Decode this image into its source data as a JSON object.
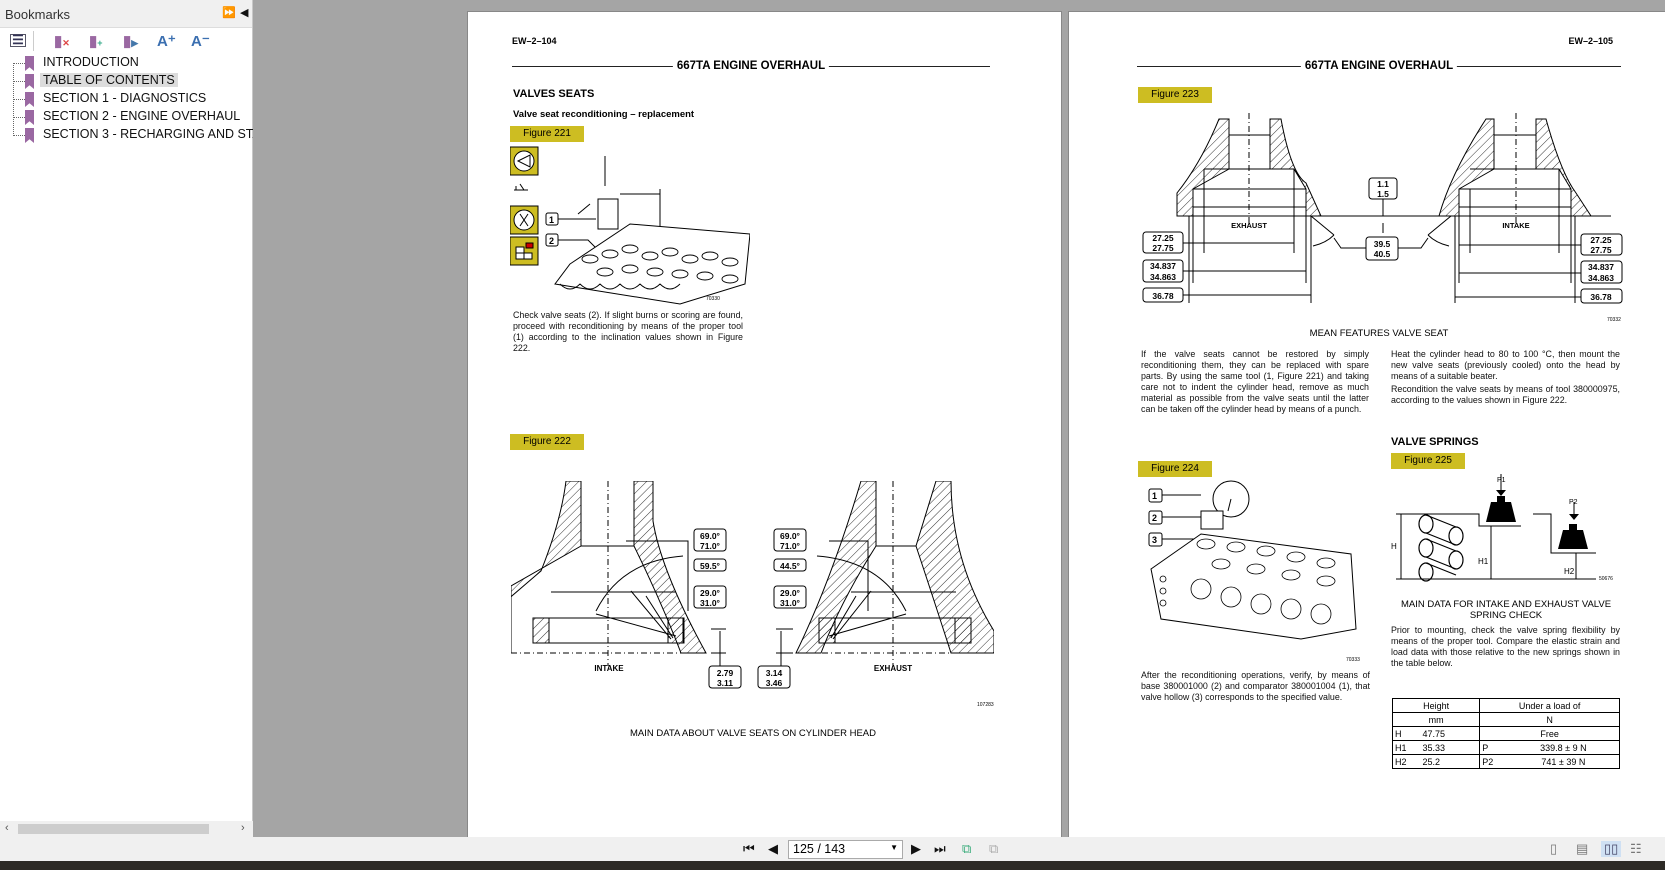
{
  "sidebar": {
    "title": "Bookmarks",
    "tools": [
      "expand-all-icon",
      "delete-bookmark-icon",
      "add-bookmark-icon",
      "bookmark-goto-icon",
      "font-increase-icon",
      "font-decrease-icon"
    ],
    "font_up": "A⁺",
    "font_down": "A⁻",
    "items": [
      {
        "label": "INTRODUCTION",
        "selected": false
      },
      {
        "label": "TABLE OF CONTENTS",
        "selected": true
      },
      {
        "label": "SECTION 1 - DIAGNOSTICS",
        "selected": false
      },
      {
        "label": "SECTION 2 - ENGINE OVERHAUL",
        "selected": false
      },
      {
        "label": "SECTION 3 - RECHARGING AND STARTING",
        "selected": false
      }
    ]
  },
  "toolbar": {
    "page_current": "125 / 143",
    "page_value": 125,
    "page_total": 143,
    "active_view": "two-page"
  },
  "colors": {
    "figure_tag": "#cdbd22",
    "bookmark": "#9a68a2",
    "viewer_bg": "#a5a5a5"
  },
  "left_page": {
    "page_number": "EW–2–104",
    "header": "667TA ENGINE OVERHAUL",
    "heading": "VALVES SEATS",
    "subheading": "Valve seat reconditioning – replacement",
    "fig221": {
      "tag": "Figure 221",
      "callouts": [
        "1",
        "2"
      ],
      "code": "70330"
    },
    "para1": "Check valve seats (2). If slight burns or scoring are found, proceed with reconditioning by means of the proper tool (1) according to the inclination values shown in Figure 222.",
    "fig222": {
      "tag": "Figure 222",
      "intake_label": "INTAKE",
      "exhaust_label": "EXHAUST",
      "intake": {
        "a1": "69.0°",
        "a2": "71.0°",
        "b": "59.5°",
        "c1": "29.0°",
        "c2": "31.0°",
        "d1": "2.79",
        "d2": "3.11"
      },
      "exhaust": {
        "a1": "69.0°",
        "a2": "71.0°",
        "b": "44.5°",
        "c1": "29.0°",
        "c2": "31.0°",
        "d1": "3.14",
        "d2": "3.46"
      },
      "code": "107283"
    },
    "caption222": "MAIN DATA ABOUT VALVE SEATS ON CYLINDER HEAD"
  },
  "right_page": {
    "page_number": "EW–2–105",
    "header": "667TA ENGINE OVERHAUL",
    "fig223": {
      "tag": "Figure 223",
      "exhaust_label": "EXHAUST",
      "intake_label": "INTAKE",
      "d1a": "27.25",
      "d1b": "27.75",
      "d2a": "34.837",
      "d2b": "34.863",
      "d3": "36.78",
      "h1": "1.1",
      "h2": "1.5",
      "ang1": "39.5",
      "ang2": "40.5",
      "code": "70332"
    },
    "caption223": "MEAN FEATURES VALVE SEAT",
    "para_left": "If the valve seats cannot be restored by simply reconditioning them, they can be replaced with spare parts. By using the same tool (1, Figure 221) and taking care not to indent the cylinder head, remove as much material as possible from the valve seats until the latter can be taken off the cylinder head by means of a punch.",
    "para_right1": "Heat the cylinder head to 80 to 100 °C, then mount the new valve seats (previously cooled) onto the head by means of a suitable beater.",
    "para_right2": "Recondition the valve seats by means of tool 380000975, according to the values shown in Figure 222.",
    "fig224": {
      "tag": "Figure 224",
      "callouts": [
        "1",
        "2",
        "3"
      ],
      "code": "70333"
    },
    "para224": "After the reconditioning operations, verify, by means of base 380001000 (2) and comparator 380001004 (1), that valve hollow (3) corresponds to the specified value.",
    "springs_heading": "VALVE SPRINGS",
    "fig225": {
      "tag": "Figure 225",
      "labels": {
        "H": "H",
        "H1": "H1",
        "H2": "H2",
        "P1": "P1",
        "P2": "P2"
      },
      "code": "50676"
    },
    "caption225": "MAIN DATA FOR INTAKE AND EXHAUST VALVE SPRING CHECK",
    "para225": "Prior to mounting, check the valve spring flexibility by means of the proper tool. Compare the elastic strain and load data with those relative to the new springs shown in the table below.",
    "table": {
      "head": [
        "Height",
        "Under a load of"
      ],
      "units": [
        "mm",
        "N"
      ],
      "rows": [
        {
          "name": "H",
          "height": "47.75",
          "load_name": "",
          "load": "Free"
        },
        {
          "name": "H1",
          "height": "35.33",
          "load_name": "P",
          "load": "339.8 ± 9 N"
        },
        {
          "name": "H2",
          "height": "25.2",
          "load_name": "P2",
          "load": "741 ± 39 N"
        }
      ]
    }
  }
}
